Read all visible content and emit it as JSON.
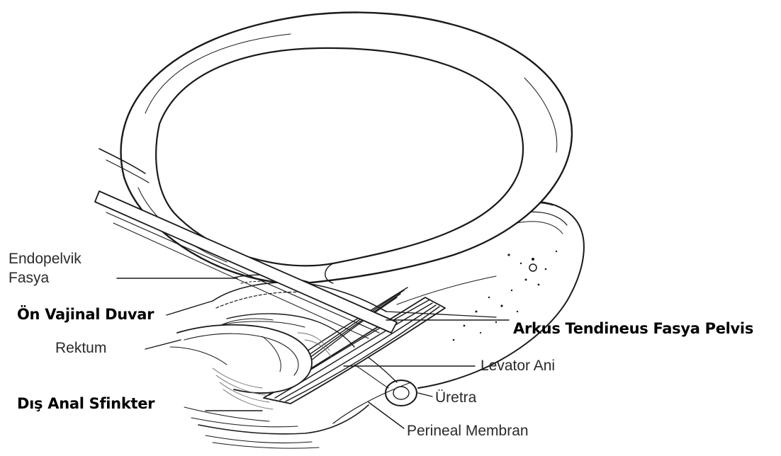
{
  "labels": {
    "endopelvik_line1": "Endopelvik",
    "endopelvik_line2": "Fasya",
    "on_vajinal_duvar": "Ön Vajinal Duvar",
    "rektum": "Rektum",
    "dis_anal_sfinkter": "Dış Anal Sfinkter",
    "arkus_tendineus": "Arkus Tendineus Fasya Pelvis",
    "levator_ani": "Levator Ani",
    "uretra": "Üretra",
    "perineal_membran": "Perineal Membran"
  },
  "colors": {
    "line": "#1a1a1a",
    "fill": "#ffffff",
    "shade": "#6e6e6e"
  }
}
